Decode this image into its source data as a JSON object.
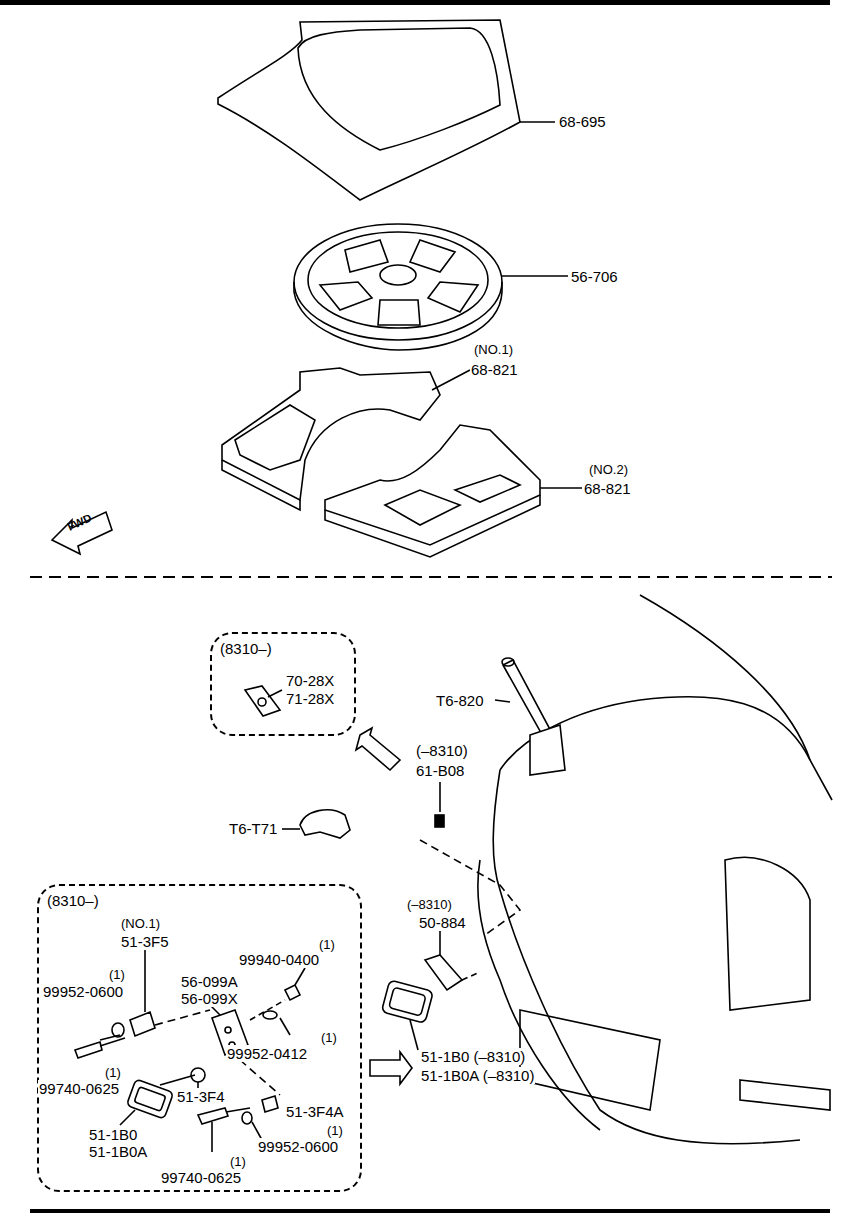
{
  "diagram": {
    "nodes": [
      {
        "text": [
          "(8310–)"
        ]
      },
      {
        "text": [
          "(8310–)"
        ]
      }
    ],
    "labels": [
      "68-695",
      "56-706",
      "(NO.1)",
      "68-821",
      "(NO.2)",
      "68-821",
      "FWD",
      "70-28X",
      "71-28X",
      "T6-820",
      "(–8310)",
      "61-B08",
      "T6-T71",
      "(NO.1)",
      "51-3F5",
      "(1)",
      "99940-0400",
      "(1)",
      "99952-0600",
      "56-099A",
      "56-099X",
      "(1)",
      "99952-0412",
      "(1)",
      "99740-0625",
      "51-3F4",
      "51-3F4A",
      "(1)",
      "99952-0600",
      "51-1B0",
      "51-1B0A",
      "(1)",
      "99740-0625",
      "(–8310)",
      "50-884",
      "51-1B0 (–8310)",
      "51-1B0A (–8310)"
    ]
  }
}
